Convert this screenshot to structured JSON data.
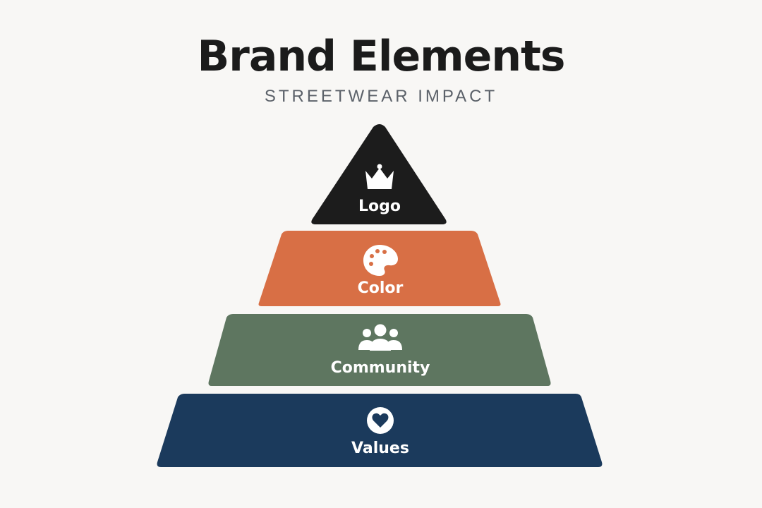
{
  "header": {
    "title": "Brand Elements",
    "subtitle": "STREETWEAR IMPACT"
  },
  "tiers": [
    {
      "label": "Logo",
      "icon": "crown-icon",
      "color": "#1c1c1c"
    },
    {
      "label": "Color",
      "icon": "palette-icon",
      "color": "#d86f45"
    },
    {
      "label": "Community",
      "icon": "people-icon",
      "color": "#5e7660"
    },
    {
      "label": "Values",
      "icon": "heart-icon",
      "color": "#1b3a5c"
    }
  ]
}
